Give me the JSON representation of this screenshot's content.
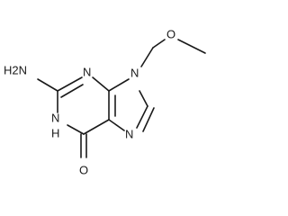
{
  "molecule": {
    "atoms": {
      "nh2": "H2N",
      "n3": "N",
      "n9": "N",
      "o_ether": "O",
      "nh1": "N",
      "h1": "H",
      "n7": "N",
      "o_carbonyl": "O"
    }
  }
}
